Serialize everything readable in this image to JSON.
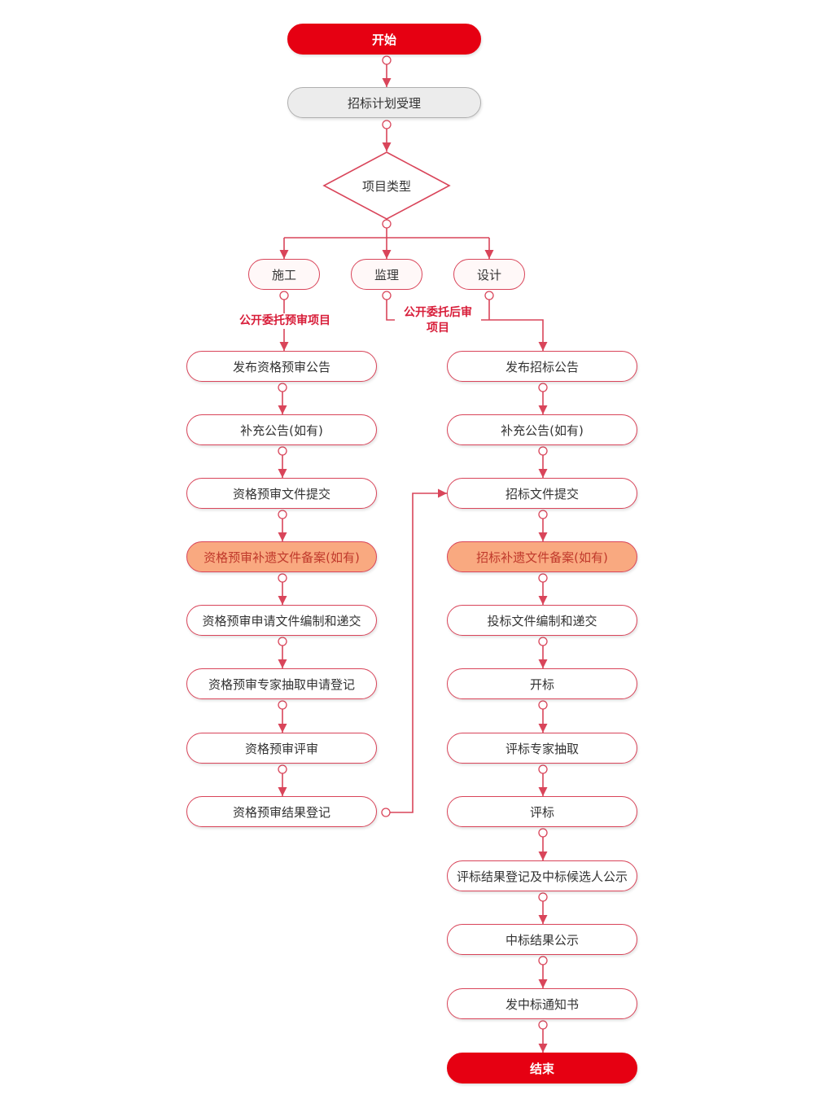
{
  "start": "开始",
  "plan": "招标计划受理",
  "decision": "项目类型",
  "types": {
    "construction": "施工",
    "supervision": "监理",
    "design": "设计"
  },
  "branch_labels": {
    "pre": "公开委托预审项目",
    "post_line1": "公开委托后审",
    "post_line2": "项目"
  },
  "left_steps": [
    "发布资格预审公告",
    "补充公告(如有)",
    "资格预审文件提交",
    "资格预审补遗文件备案(如有)",
    "资格预审申请文件编制和递交",
    "资格预审专家抽取申请登记",
    "资格预审评审",
    "资格预审结果登记"
  ],
  "right_steps": [
    "发布招标公告",
    "补充公告(如有)",
    "招标文件提交",
    "招标补遗文件备案(如有)",
    "投标文件编制和递交",
    "开标",
    "评标专家抽取",
    "评标",
    "评标结果登记及中标候选人公示",
    "中标结果公示",
    "发中标通知书"
  ],
  "end": "结束",
  "colors": {
    "accent": "#e60012",
    "line": "#d9455a",
    "highlight": "#f9a980",
    "gray": "#ececec"
  }
}
